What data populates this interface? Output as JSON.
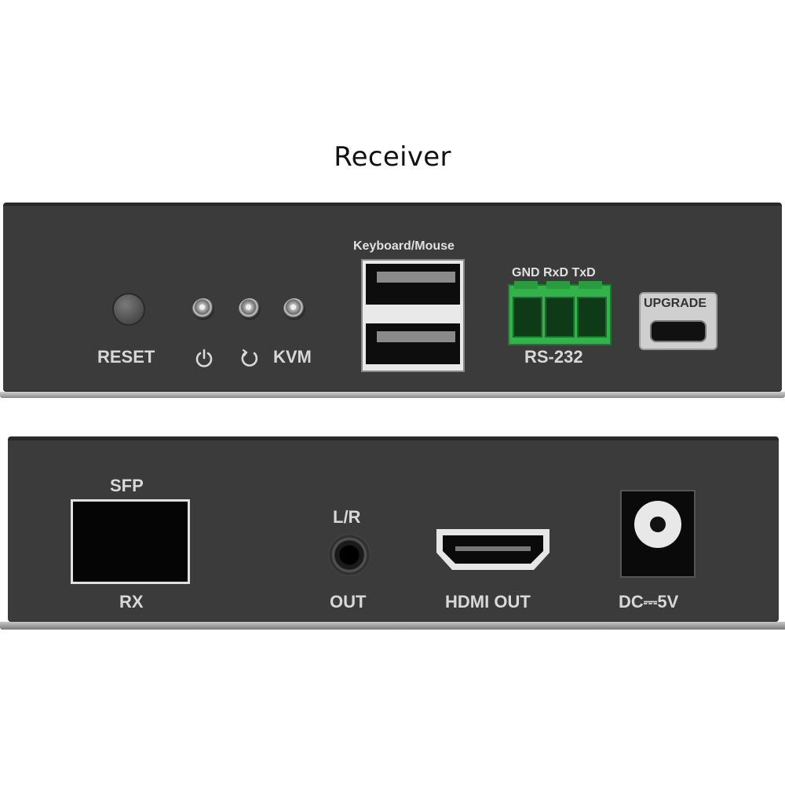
{
  "title": "Receiver",
  "front_panel": {
    "reset_label": "RESET",
    "kvm_label": "KVM",
    "usb_label": "Keyboard/Mouse",
    "rs232_pins_label": "GND RxD TxD",
    "rs232_label": "RS-232",
    "upgrade_label": "UPGRADE",
    "icons": [
      "power-icon",
      "link-icon"
    ]
  },
  "rear_panel": {
    "sfp_label": "SFP",
    "rx_label": "RX",
    "lr_label": "L/R",
    "out_label": "OUT",
    "hdmi_label": "HDMI OUT",
    "dc_label": "DC⎓5V"
  },
  "colors": {
    "panel": "#3b3b3b",
    "terminal_green": "#33b14a",
    "label": "#d8d8d8"
  }
}
